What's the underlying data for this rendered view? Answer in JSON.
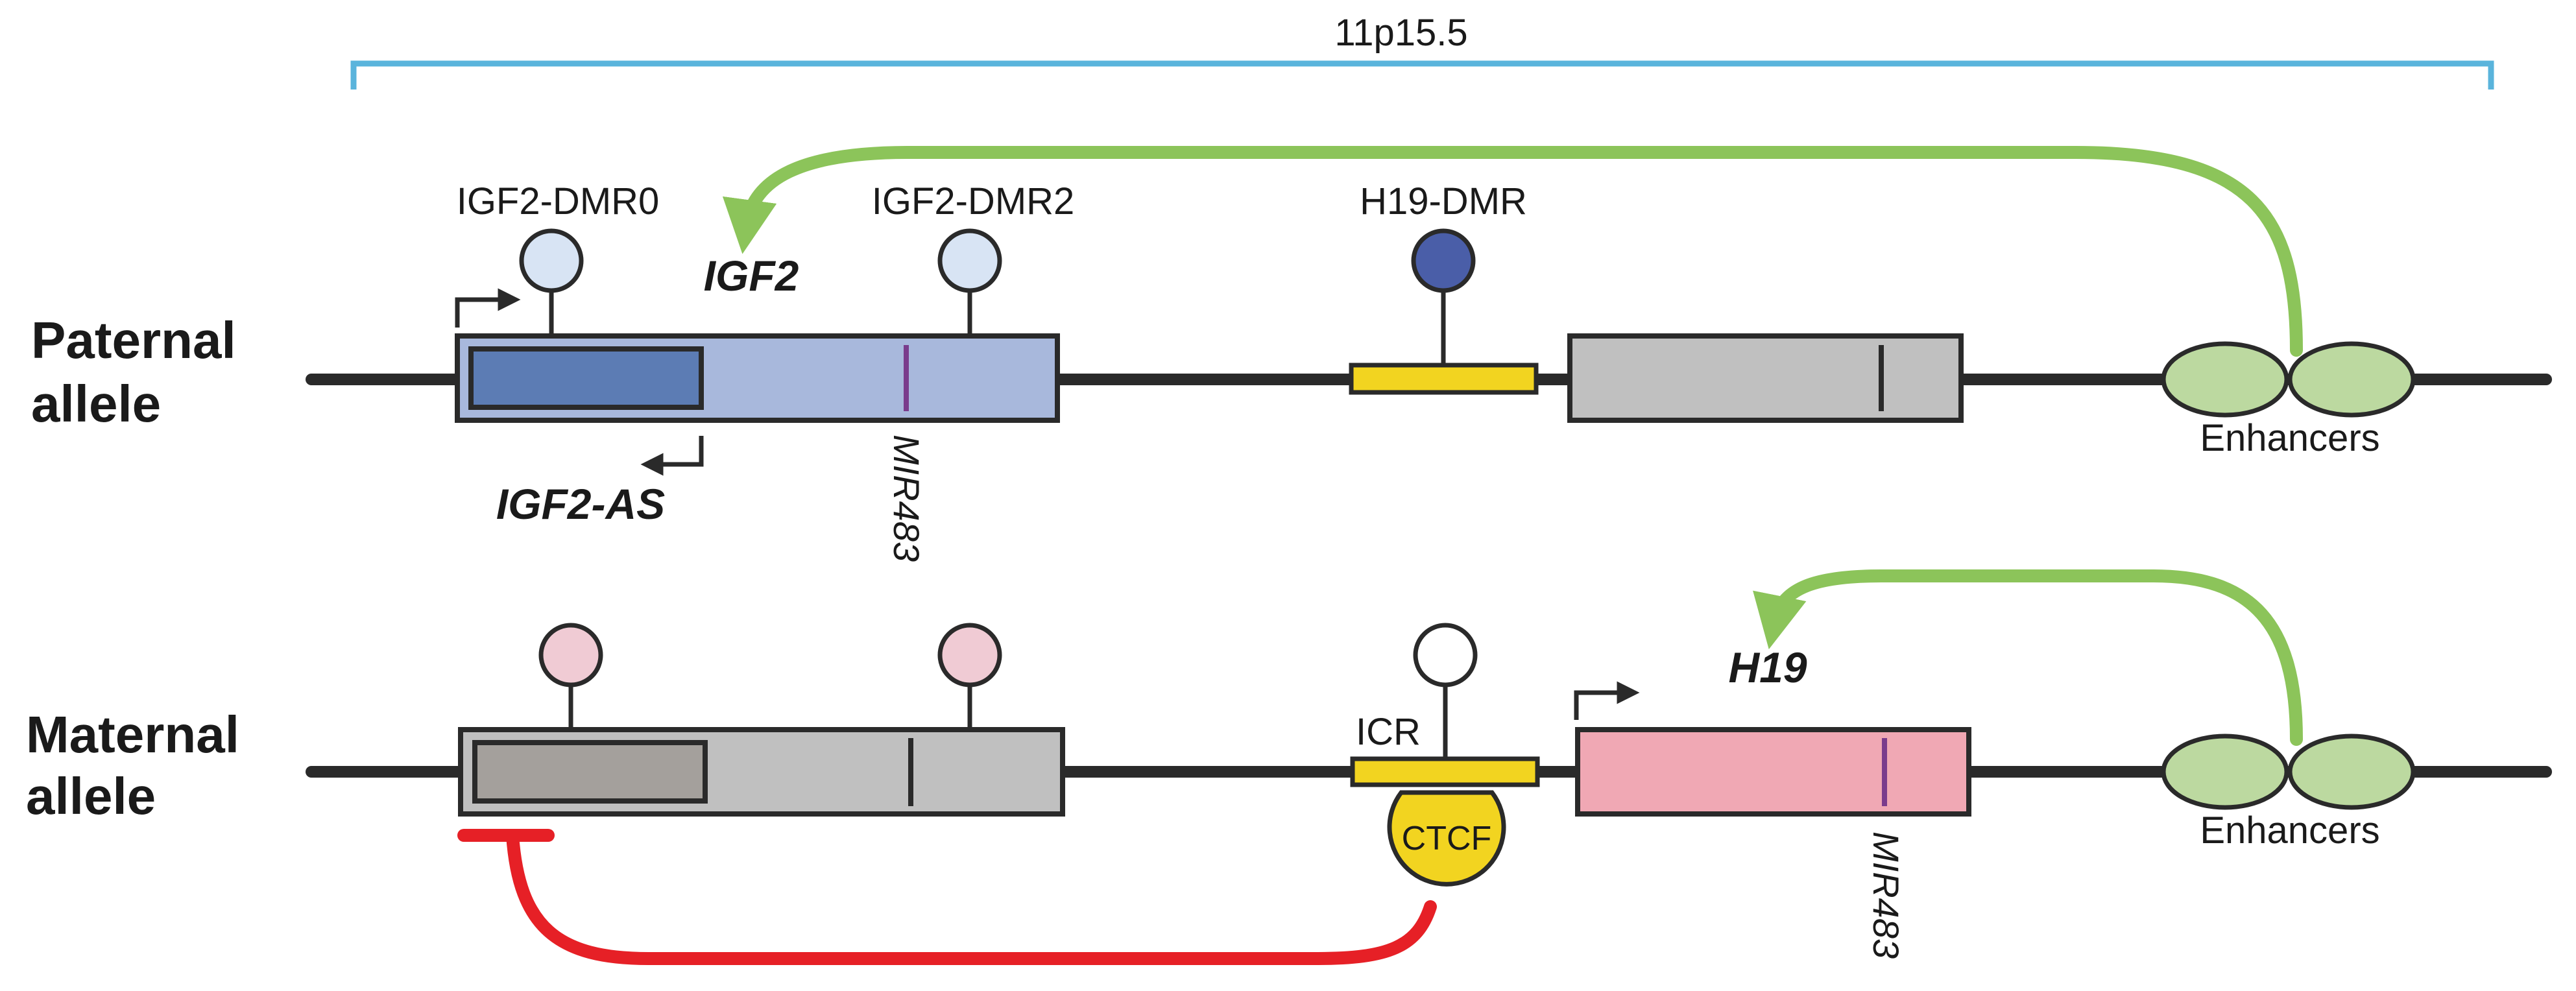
{
  "region_label": "11p15.5",
  "paternal": {
    "allele_line1": "Paternal",
    "allele_line2": "allele",
    "dmr0_label": "IGF2-DMR0",
    "dmr2_label": "IGF2-DMR2",
    "h19dmr_label": "H19-DMR",
    "igf2_label": "IGF2",
    "igf2as_label": "IGF2-AS",
    "mir_label": "MIR483",
    "enhancers_label": "Enhancers"
  },
  "maternal": {
    "allele_line1": "Maternal",
    "allele_line2": "allele",
    "icr_label": "ICR",
    "ctcf_label": "CTCF",
    "h19_label": "H19",
    "mir_label": "MIR483",
    "enhancers_label": "Enhancers"
  },
  "colors": {
    "bracket": "#5ab4dc",
    "enhancer_arrow": "#8cc45a",
    "enhancer_fill": "#bcd9a0",
    "igf2_active_fill": "#a8b8dc",
    "igf2as_fill": "#5c7cb4",
    "methylated_dmr": "#4a5ea8",
    "unmethylated_paternal_dmr": "#d8e4f4",
    "maternal_dmr": "#f0cbd4",
    "h19_active_fill": "#f0a8b4",
    "silent_gene_fill": "#c0c0c0",
    "igf2as_silent_fill": "#a4a09c",
    "icr_fill": "#f2d420",
    "ctcf_fill": "#f2d420",
    "insulation_arrow": "#e62026",
    "mir_mark": "#7a3c8c",
    "chromosome": "#2a2a2a"
  }
}
